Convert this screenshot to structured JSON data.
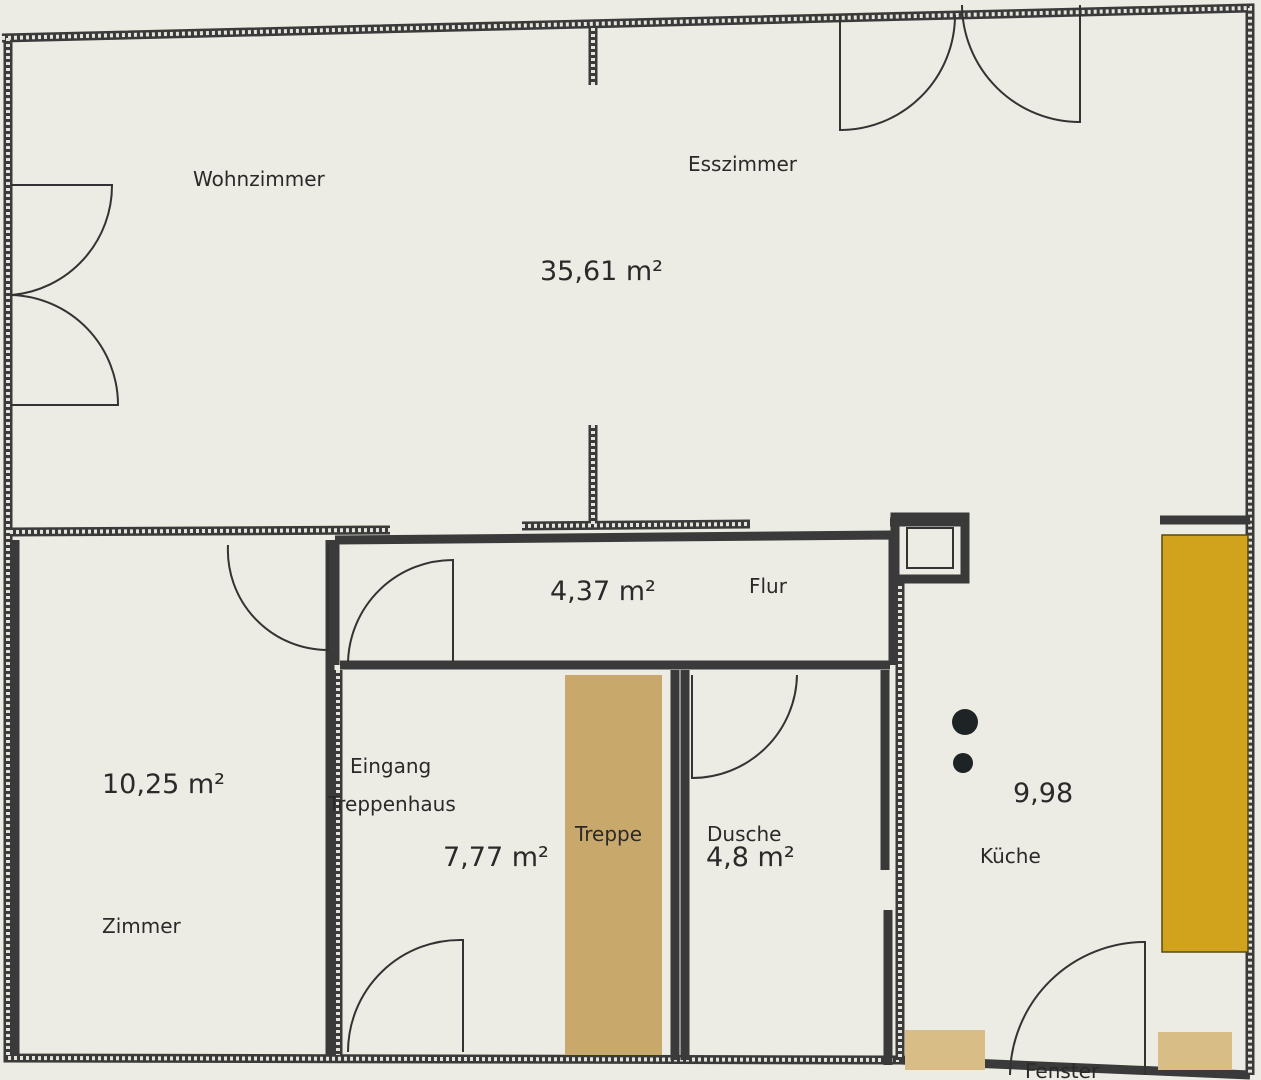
{
  "rooms": {
    "wohnzimmer": {
      "label": "Wohnzimmer"
    },
    "esszimmer": {
      "label": "Esszimmer",
      "area": "35,61 m²"
    },
    "flur": {
      "label": "Flur",
      "area": "4,37 m²"
    },
    "zimmer": {
      "label": "Zimmer",
      "area": "10,25 m²"
    },
    "eingang": {
      "label1": "Eingang",
      "label2": "Treppenhaus",
      "area": "7,77 m²"
    },
    "treppe": {
      "label": "Treppe"
    },
    "dusche": {
      "label": "Dusche",
      "area": "4,8 m²"
    },
    "kueche": {
      "label": "Küche",
      "area": "9,98"
    },
    "fenster": {
      "label": "Fenster"
    }
  },
  "colors": {
    "paper": "#ecebe4",
    "wall": "#3a3a3a",
    "stairs": "#c9a86c",
    "counter": "#d1a21c",
    "furniture": "#d8bd86",
    "stove": "#1e2426"
  }
}
